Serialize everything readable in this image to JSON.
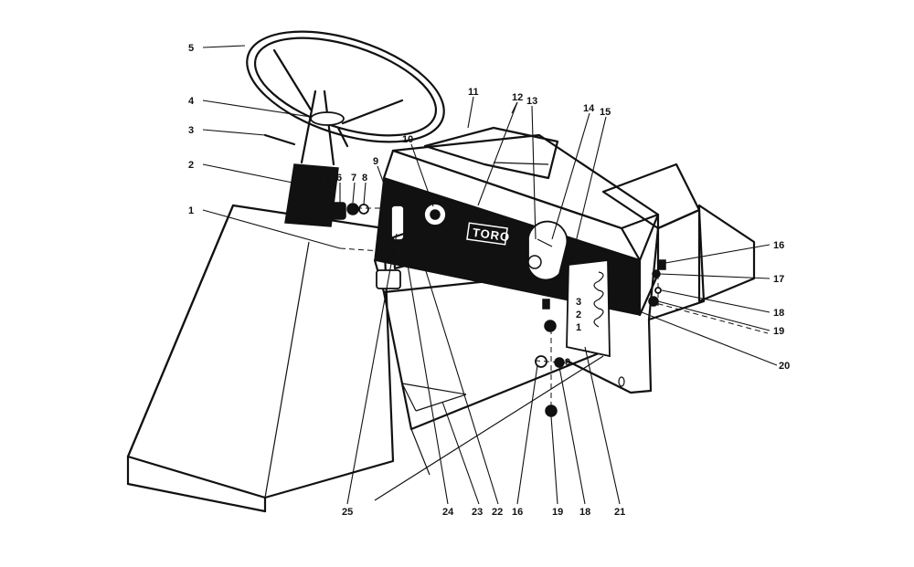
{
  "diagram": {
    "logo_text": "TORO",
    "selector_positions": [
      "3",
      "2",
      "1"
    ],
    "callouts": {
      "c1": "1",
      "c2": "2",
      "c3": "3",
      "c4": "4",
      "c5": "5",
      "c6": "6",
      "c7": "7",
      "c8": "8",
      "c9": "9",
      "c10": "10",
      "c11": "11",
      "c12": "12",
      "c13": "13",
      "c14": "14",
      "c15": "15",
      "c16a": "16",
      "c17": "17",
      "c18a": "18",
      "c19a": "19",
      "c20": "20",
      "c21": "21",
      "c22": "22",
      "c23": "23",
      "c24": "24",
      "c25": "25",
      "c16b": "16",
      "c19b": "19",
      "c18b": "18",
      "c9b": "9"
    }
  }
}
